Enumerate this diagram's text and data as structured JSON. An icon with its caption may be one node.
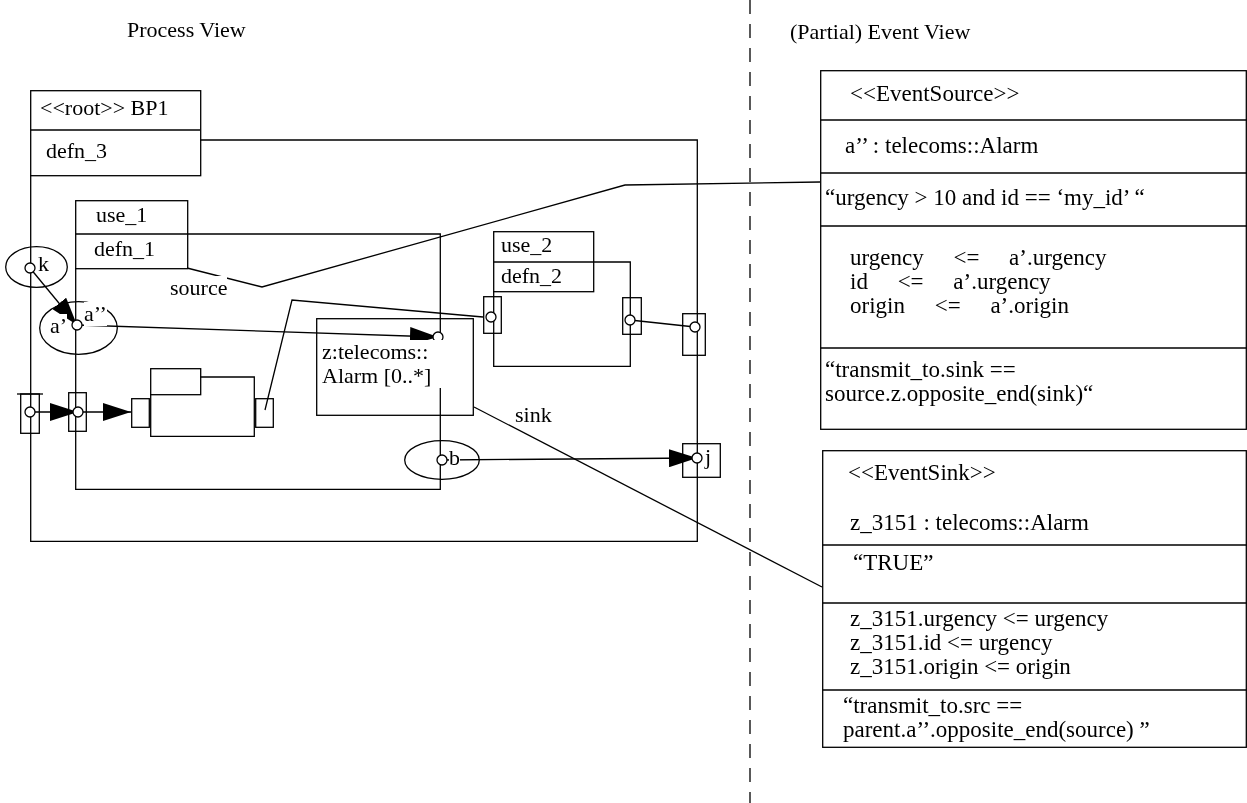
{
  "diagram": {
    "nodes": [
      {
        "text": [
          "<<root>> BP1",
          "defn_3"
        ]
      },
      {
        "text": [
          "use_1",
          "defn_1"
        ],
        "in": 0
      },
      {
        "text": [
          "k"
        ]
      },
      {
        "text": [
          "a’",
          "a’’"
        ],
        "in": 0
      },
      {
        "text": [],
        "shape": "box"
      },
      {
        "text": [],
        "shape": "box",
        "in": 0
      },
      {
        "text": [],
        "shape": "box",
        "in": 1
      },
      {
        "text": [],
        "shape": "box",
        "in": 1
      },
      {
        "text": [],
        "shape": "box",
        "in": 1
      },
      {
        "text": [
          "z:telecoms:: Alarm [0..*]"
        ],
        "in": 0
      },
      {
        "text": [
          "use_2",
          "defn_2"
        ],
        "in": 0
      },
      {
        "text": [],
        "shape": "box",
        "in": 0
      },
      {
        "text": [],
        "shape": "box",
        "in": 0
      },
      {
        "text": [],
        "shape": "box"
      },
      {
        "text": [
          "b"
        ],
        "in": 0
      },
      {
        "text": [
          "j"
        ]
      },
      {
        "text": [
          "<<EventSource>>",
          "a’’ : telecoms::Alarm",
          "“urgency > 10 and id == ‘my_id’ “",
          "urgency <= a’.urgency id <= a’.urgency origin <= a’.origin",
          "“transmit_to.sink == source.z.opposite_end(sink)“"
        ]
      },
      {
        "text": [
          "<<EventSink>>",
          "z_3151 : telecoms::Alarm",
          "“TRUE”",
          "z_3151.urgency <= urgency z_3151.id <= urgency z_3151.origin <= origin",
          "“transmit_to.src == parent.a’’.opposite_end(source) ”"
        ]
      }
    ],
    "edges": [
      {
        "from": 2,
        "to": 3,
        "arrow": "to"
      },
      {
        "from": 3,
        "to": 9,
        "arrow": "to"
      },
      {
        "from": 4,
        "to": 5,
        "arrow": "to"
      },
      {
        "from": 5,
        "to": 7,
        "arrow": "to"
      },
      {
        "from": 8,
        "to": 11,
        "arrow": "none"
      },
      {
        "from": 12,
        "to": 13,
        "arrow": "none"
      },
      {
        "from": 14,
        "to": 15,
        "arrow": "to"
      },
      {
        "from": 1,
        "to": 16,
        "arrow": "none",
        "label": "source"
      },
      {
        "from": 9,
        "to": 17,
        "arrow": "none",
        "label": "sink"
      }
    ],
    "labels": [
      "Process View",
      "(Partial) Event View"
    ]
  }
}
